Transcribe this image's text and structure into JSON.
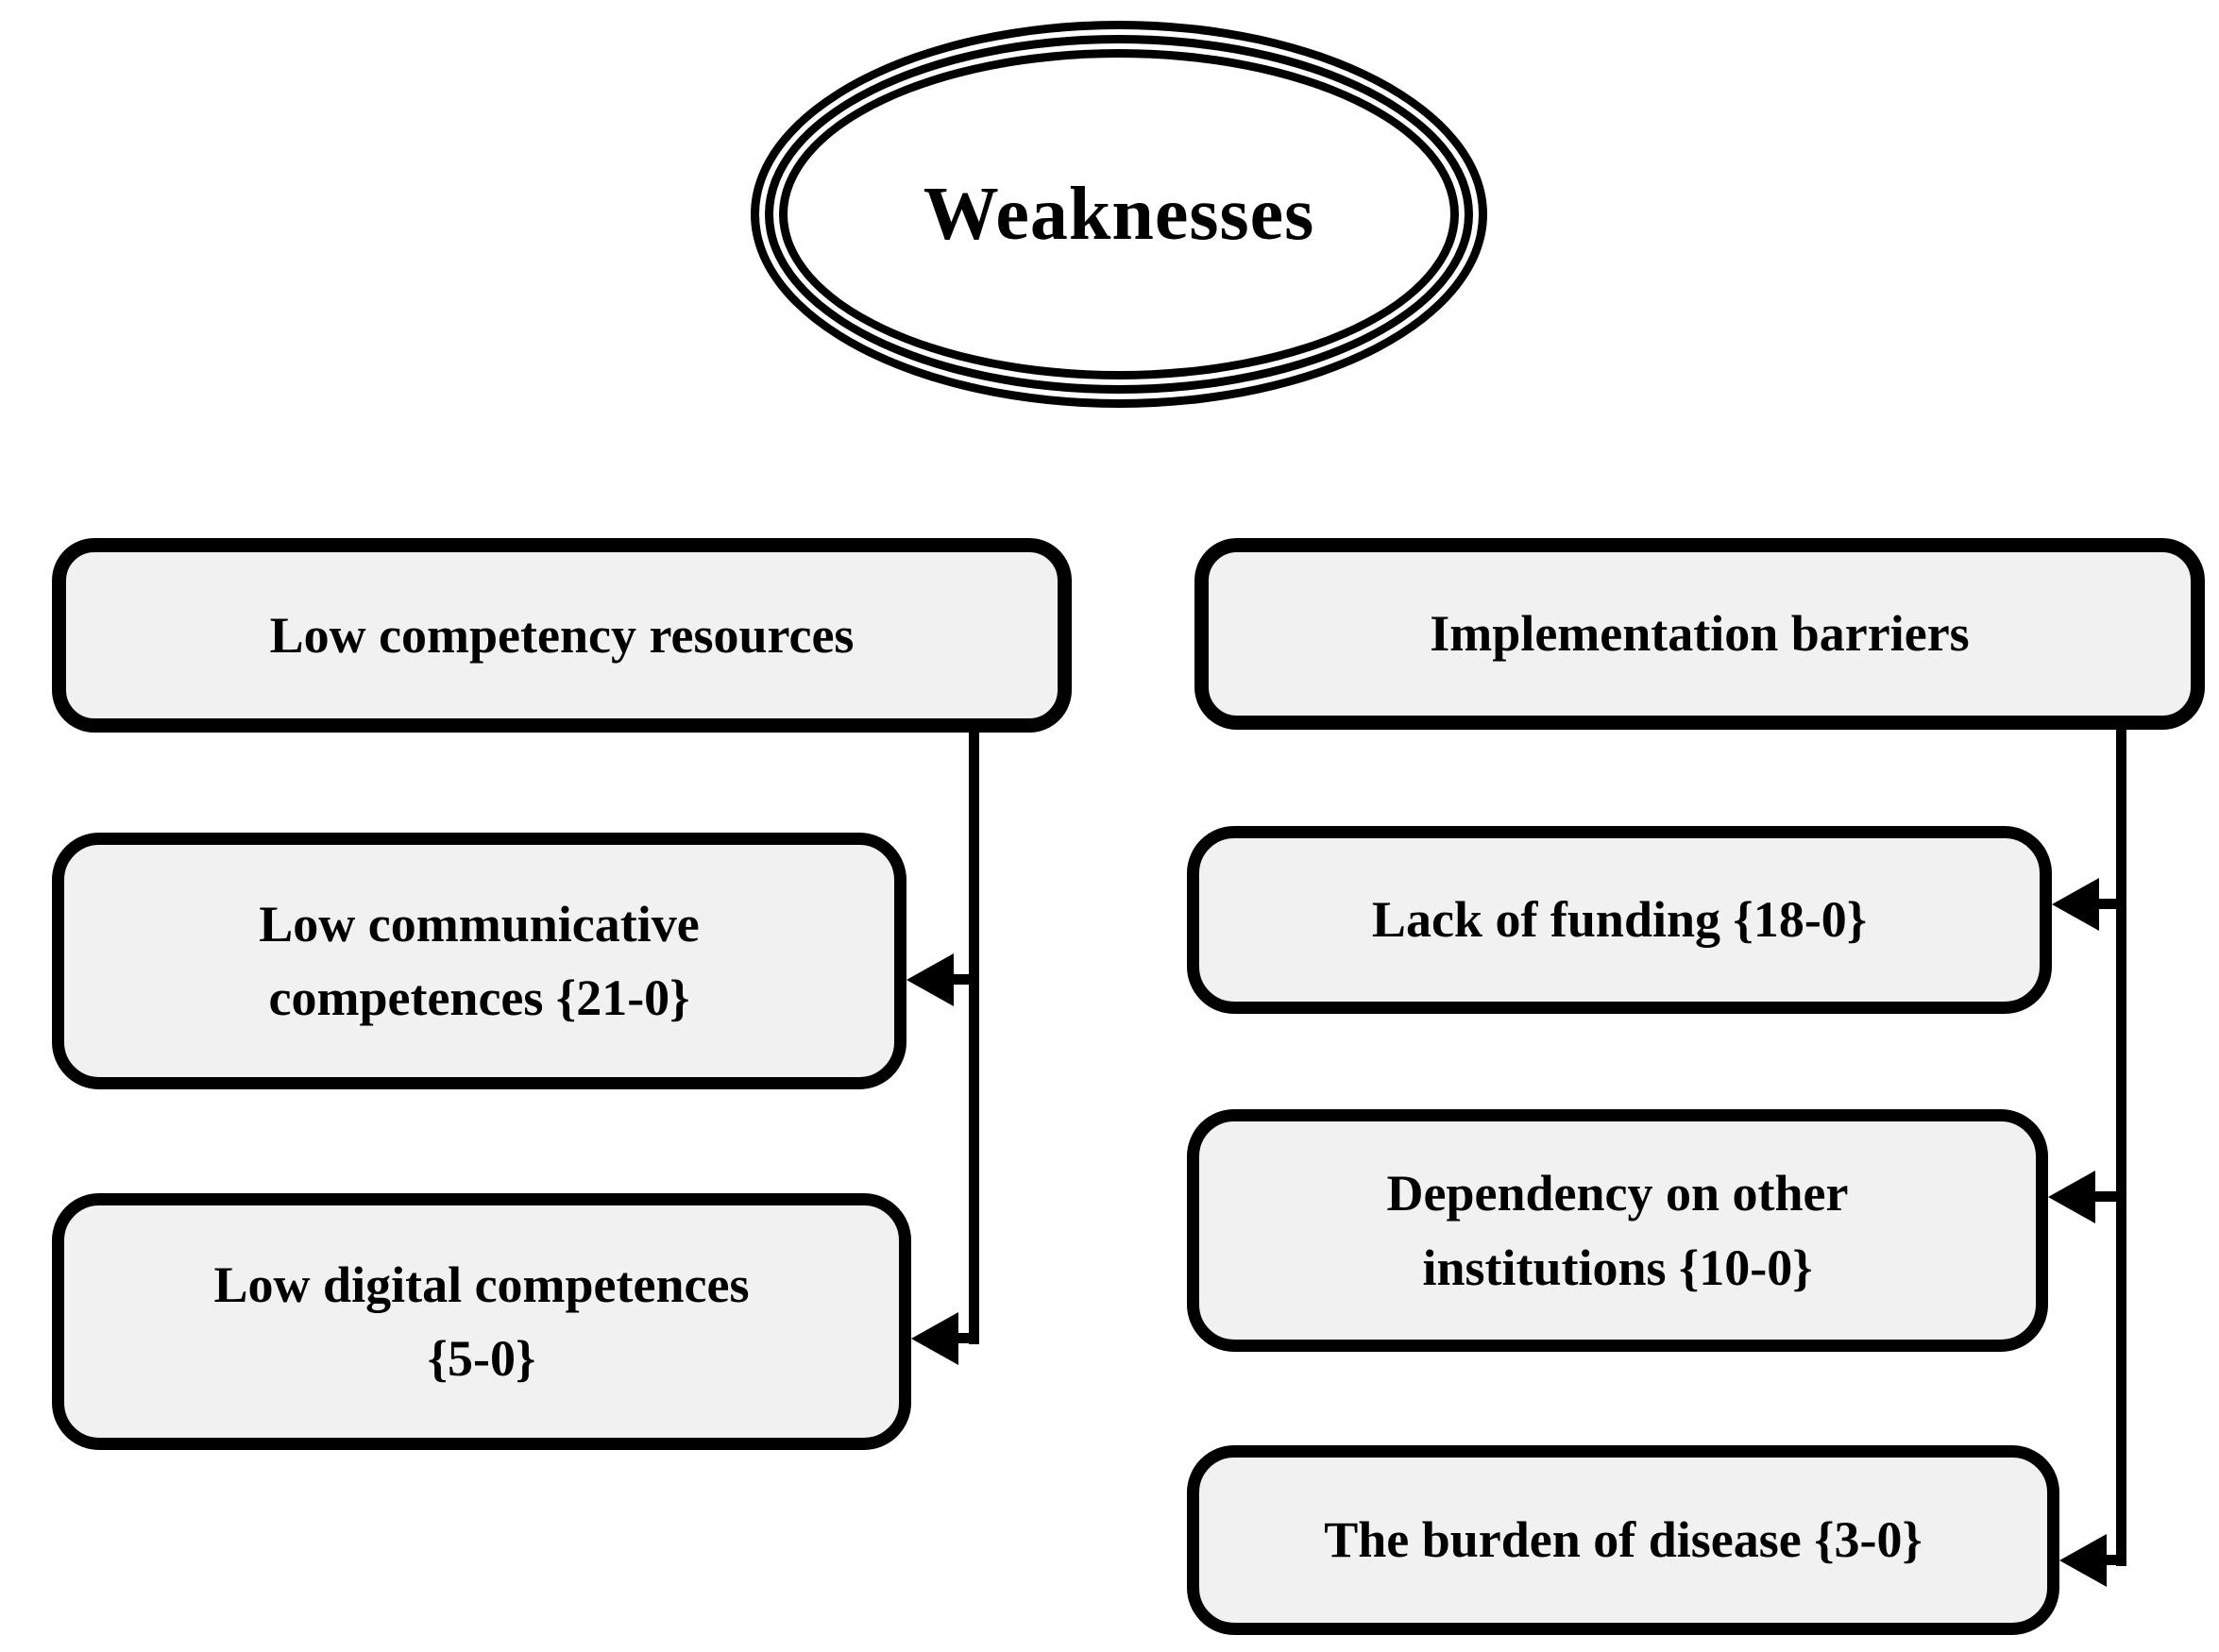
{
  "diagram": {
    "root": {
      "label": "Weaknesses"
    },
    "left": {
      "parent": {
        "label": "Low competency resources"
      },
      "children": [
        {
          "label": "Low communicative competences {21-0}"
        },
        {
          "label": "Low digital competences {5-0}"
        }
      ]
    },
    "right": {
      "parent": {
        "label": "Implementation barriers"
      },
      "children": [
        {
          "label": "Lack of funding {18-0}"
        },
        {
          "label": "Dependency on other institutions {10-0}"
        },
        {
          "label": "The burden of disease {3-0}"
        }
      ]
    },
    "colors": {
      "background": "#ffffff",
      "box_fill": "#f1f1f1",
      "line": "#000000"
    }
  }
}
